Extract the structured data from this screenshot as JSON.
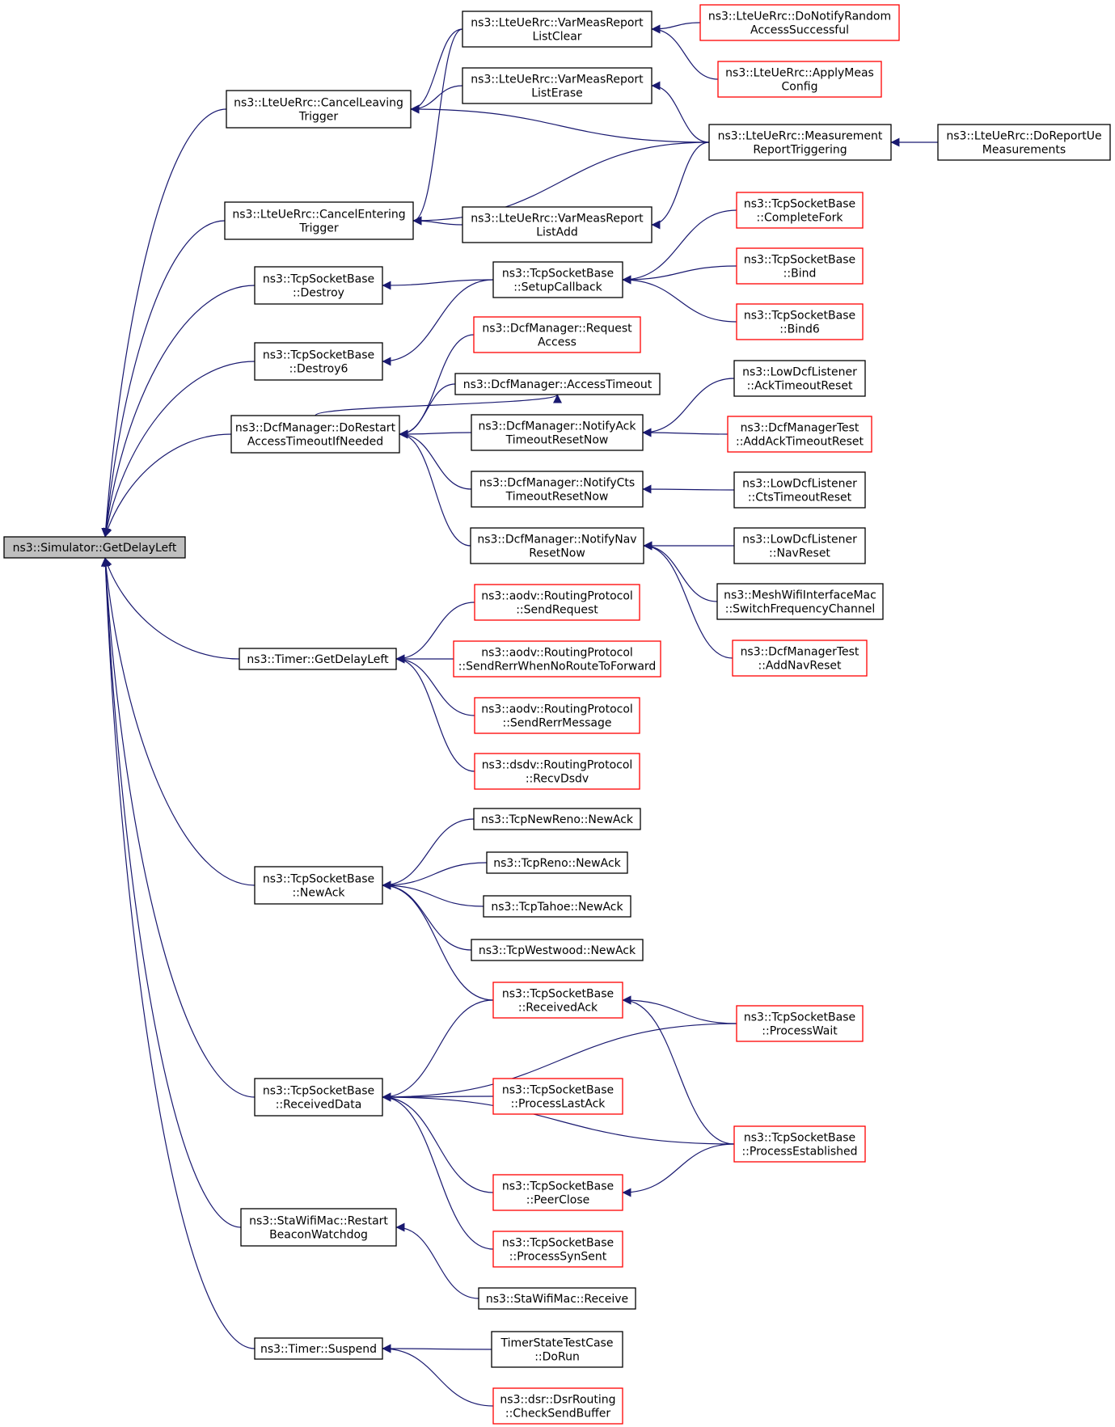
{
  "colors": {
    "edge": "#191970",
    "node_border_default": "#000000",
    "node_border_red": "#ff0000",
    "root_fill": "#bfbfbf",
    "node_fill": "#ffffff"
  },
  "nodes": [
    {
      "id": "root",
      "lines": [
        "ns3::Simulator::GetDelayLeft"
      ],
      "style": "root"
    },
    {
      "id": "cancel-leaving",
      "lines": [
        "ns3::LteUeRrc::CancelLeaving",
        "Trigger"
      ],
      "style": "black"
    },
    {
      "id": "cancel-entering",
      "lines": [
        "ns3::LteUeRrc::CancelEntering",
        "Trigger"
      ],
      "style": "black"
    },
    {
      "id": "tcp-destroy",
      "lines": [
        "ns3::TcpSocketBase",
        "::Destroy"
      ],
      "style": "black"
    },
    {
      "id": "tcp-destroy6",
      "lines": [
        "ns3::TcpSocketBase",
        "::Destroy6"
      ],
      "style": "black"
    },
    {
      "id": "dcf-dorestart",
      "lines": [
        "ns3::DcfManager::DoRestart",
        "AccessTimeoutIfNeeded"
      ],
      "style": "black"
    },
    {
      "id": "timer-getdelayleft",
      "lines": [
        "ns3::Timer::GetDelayLeft"
      ],
      "style": "black"
    },
    {
      "id": "tcp-newack",
      "lines": [
        "ns3::TcpSocketBase",
        "::NewAck"
      ],
      "style": "black"
    },
    {
      "id": "tcp-receiveddata",
      "lines": [
        "ns3::TcpSocketBase",
        "::ReceivedData"
      ],
      "style": "black"
    },
    {
      "id": "sta-restart",
      "lines": [
        "ns3::StaWifiMac::Restart",
        "BeaconWatchdog"
      ],
      "style": "black"
    },
    {
      "id": "timer-suspend",
      "lines": [
        "ns3::Timer::Suspend"
      ],
      "style": "black"
    },
    {
      "id": "varmeas-clear",
      "lines": [
        "ns3::LteUeRrc::VarMeasReport",
        "ListClear"
      ],
      "style": "black"
    },
    {
      "id": "varmeas-erase",
      "lines": [
        "ns3::LteUeRrc::VarMeasReport",
        "ListErase"
      ],
      "style": "black"
    },
    {
      "id": "varmeas-add",
      "lines": [
        "ns3::LteUeRrc::VarMeasReport",
        "ListAdd"
      ],
      "style": "black"
    },
    {
      "id": "tcp-setupcallback",
      "lines": [
        "ns3::TcpSocketBase",
        "::SetupCallback"
      ],
      "style": "black"
    },
    {
      "id": "dcf-requestaccess",
      "lines": [
        "ns3::DcfManager::Request",
        "Access"
      ],
      "style": "red"
    },
    {
      "id": "dcf-accesstimeout",
      "lines": [
        "ns3::DcfManager::AccessTimeout"
      ],
      "style": "black"
    },
    {
      "id": "dcf-notifyack",
      "lines": [
        "ns3::DcfManager::NotifyAck",
        "TimeoutResetNow"
      ],
      "style": "black"
    },
    {
      "id": "dcf-notifycts",
      "lines": [
        "ns3::DcfManager::NotifyCts",
        "TimeoutResetNow"
      ],
      "style": "black"
    },
    {
      "id": "dcf-notifynav",
      "lines": [
        "ns3::DcfManager::NotifyNav",
        "ResetNow"
      ],
      "style": "black"
    },
    {
      "id": "aodv-sendrequest",
      "lines": [
        "ns3::aodv::RoutingProtocol",
        "::SendRequest"
      ],
      "style": "red"
    },
    {
      "id": "aodv-sendrerrnoroute",
      "lines": [
        "ns3::aodv::RoutingProtocol",
        "::SendRerrWhenNoRouteToForward"
      ],
      "style": "red"
    },
    {
      "id": "aodv-sendrerrmessage",
      "lines": [
        "ns3::aodv::RoutingProtocol",
        "::SendRerrMessage"
      ],
      "style": "red"
    },
    {
      "id": "dsdv-recvdsdv",
      "lines": [
        "ns3::dsdv::RoutingProtocol",
        "::RecvDsdv"
      ],
      "style": "red"
    },
    {
      "id": "newreno-newack",
      "lines": [
        "ns3::TcpNewReno::NewAck"
      ],
      "style": "black"
    },
    {
      "id": "reno-newack",
      "lines": [
        "ns3::TcpReno::NewAck"
      ],
      "style": "black"
    },
    {
      "id": "tahoe-newack",
      "lines": [
        "ns3::TcpTahoe::NewAck"
      ],
      "style": "black"
    },
    {
      "id": "westwood-newack",
      "lines": [
        "ns3::TcpWestwood::NewAck"
      ],
      "style": "black"
    },
    {
      "id": "tcp-receivedack",
      "lines": [
        "ns3::TcpSocketBase",
        "::ReceivedAck"
      ],
      "style": "red"
    },
    {
      "id": "tcp-processlastack",
      "lines": [
        "ns3::TcpSocketBase",
        "::ProcessLastAck"
      ],
      "style": "red"
    },
    {
      "id": "tcp-peerclose",
      "lines": [
        "ns3::TcpSocketBase",
        "::PeerClose"
      ],
      "style": "red"
    },
    {
      "id": "tcp-processsynsent",
      "lines": [
        "ns3::TcpSocketBase",
        "::ProcessSynSent"
      ],
      "style": "red"
    },
    {
      "id": "sta-receive",
      "lines": [
        "ns3::StaWifiMac::Receive"
      ],
      "style": "black"
    },
    {
      "id": "timerstate-dorun",
      "lines": [
        "TimerStateTestCase",
        "::DoRun"
      ],
      "style": "black"
    },
    {
      "id": "dsr-checksendbuffer",
      "lines": [
        "ns3::dsr::DsrRouting",
        "::CheckSendBuffer"
      ],
      "style": "red"
    },
    {
      "id": "notify-random",
      "lines": [
        "ns3::LteUeRrc::DoNotifyRandom",
        "AccessSuccessful"
      ],
      "style": "red"
    },
    {
      "id": "apply-meas",
      "lines": [
        "ns3::LteUeRrc::ApplyMeas",
        "Config"
      ],
      "style": "red"
    },
    {
      "id": "meas-report-trig",
      "lines": [
        "ns3::LteUeRrc::Measurement",
        "ReportTriggering"
      ],
      "style": "black"
    },
    {
      "id": "do-report-ue",
      "lines": [
        "ns3::LteUeRrc::DoReportUe",
        "Measurements"
      ],
      "style": "black"
    },
    {
      "id": "tcp-completefork",
      "lines": [
        "ns3::TcpSocketBase",
        "::CompleteFork"
      ],
      "style": "red"
    },
    {
      "id": "tcp-bind",
      "lines": [
        "ns3::TcpSocketBase",
        "::Bind"
      ],
      "style": "red"
    },
    {
      "id": "tcp-bind6",
      "lines": [
        "ns3::TcpSocketBase",
        "::Bind6"
      ],
      "style": "red"
    },
    {
      "id": "lowdcf-acktimeout",
      "lines": [
        "ns3::LowDcfListener",
        "::AckTimeoutReset"
      ],
      "style": "black"
    },
    {
      "id": "dcftest-addack",
      "lines": [
        "ns3::DcfManagerTest",
        "::AddAckTimeoutReset"
      ],
      "style": "red"
    },
    {
      "id": "lowdcf-ctstimeout",
      "lines": [
        "ns3::LowDcfListener",
        "::CtsTimeoutReset"
      ],
      "style": "black"
    },
    {
      "id": "lowdcf-navreset",
      "lines": [
        "ns3::LowDcfListener",
        "::NavReset"
      ],
      "style": "black"
    },
    {
      "id": "mesh-switchfreq",
      "lines": [
        "ns3::MeshWifiInterfaceMac",
        "::SwitchFrequencyChannel"
      ],
      "style": "black"
    },
    {
      "id": "dcftest-addnav",
      "lines": [
        "ns3::DcfManagerTest",
        "::AddNavReset"
      ],
      "style": "red"
    },
    {
      "id": "tcp-processwait",
      "lines": [
        "ns3::TcpSocketBase",
        "::ProcessWait"
      ],
      "style": "red"
    },
    {
      "id": "tcp-processestablished",
      "lines": [
        "ns3::TcpSocketBase",
        "::ProcessEstablished"
      ],
      "style": "red"
    }
  ],
  "edges": [
    {
      "from": "cancel-leaving",
      "to": "root"
    },
    {
      "from": "cancel-entering",
      "to": "root"
    },
    {
      "from": "tcp-destroy",
      "to": "root"
    },
    {
      "from": "tcp-destroy6",
      "to": "root"
    },
    {
      "from": "dcf-dorestart",
      "to": "root"
    },
    {
      "from": "timer-getdelayleft",
      "to": "root"
    },
    {
      "from": "tcp-newack",
      "to": "root"
    },
    {
      "from": "tcp-receiveddata",
      "to": "root"
    },
    {
      "from": "sta-restart",
      "to": "root"
    },
    {
      "from": "timer-suspend",
      "to": "root"
    },
    {
      "from": "varmeas-clear",
      "to": "cancel-leaving"
    },
    {
      "from": "varmeas-erase",
      "to": "cancel-leaving"
    },
    {
      "from": "meas-report-trig",
      "to": "cancel-leaving"
    },
    {
      "from": "varmeas-clear",
      "to": "cancel-entering"
    },
    {
      "from": "varmeas-add",
      "to": "cancel-entering"
    },
    {
      "from": "meas-report-trig",
      "to": "cancel-entering"
    },
    {
      "from": "notify-random",
      "to": "varmeas-clear"
    },
    {
      "from": "apply-meas",
      "to": "varmeas-clear"
    },
    {
      "from": "meas-report-trig",
      "to": "varmeas-erase"
    },
    {
      "from": "meas-report-trig",
      "to": "varmeas-add"
    },
    {
      "from": "do-report-ue",
      "to": "meas-report-trig"
    },
    {
      "from": "tcp-setupcallback",
      "to": "tcp-destroy"
    },
    {
      "from": "tcp-setupcallback",
      "to": "tcp-destroy6"
    },
    {
      "from": "tcp-completefork",
      "to": "tcp-setupcallback"
    },
    {
      "from": "tcp-bind",
      "to": "tcp-setupcallback"
    },
    {
      "from": "tcp-bind6",
      "to": "tcp-setupcallback"
    },
    {
      "from": "dcf-requestaccess",
      "to": "dcf-dorestart"
    },
    {
      "from": "dcf-dorestart",
      "to": "dcf-accesstimeout"
    },
    {
      "from": "dcf-accesstimeout",
      "to": "dcf-dorestart"
    },
    {
      "from": "dcf-notifyack",
      "to": "dcf-dorestart"
    },
    {
      "from": "dcf-notifycts",
      "to": "dcf-dorestart"
    },
    {
      "from": "dcf-notifynav",
      "to": "dcf-dorestart"
    },
    {
      "from": "lowdcf-acktimeout",
      "to": "dcf-notifyack"
    },
    {
      "from": "dcftest-addack",
      "to": "dcf-notifyack"
    },
    {
      "from": "lowdcf-ctstimeout",
      "to": "dcf-notifycts"
    },
    {
      "from": "lowdcf-navreset",
      "to": "dcf-notifynav"
    },
    {
      "from": "mesh-switchfreq",
      "to": "dcf-notifynav"
    },
    {
      "from": "dcftest-addnav",
      "to": "dcf-notifynav"
    },
    {
      "from": "aodv-sendrequest",
      "to": "timer-getdelayleft"
    },
    {
      "from": "aodv-sendrerrnoroute",
      "to": "timer-getdelayleft"
    },
    {
      "from": "aodv-sendrerrmessage",
      "to": "timer-getdelayleft"
    },
    {
      "from": "dsdv-recvdsdv",
      "to": "timer-getdelayleft"
    },
    {
      "from": "newreno-newack",
      "to": "tcp-newack"
    },
    {
      "from": "reno-newack",
      "to": "tcp-newack"
    },
    {
      "from": "tahoe-newack",
      "to": "tcp-newack"
    },
    {
      "from": "westwood-newack",
      "to": "tcp-newack"
    },
    {
      "from": "tcp-receivedack",
      "to": "tcp-newack"
    },
    {
      "from": "tcp-processwait",
      "to": "tcp-receivedack"
    },
    {
      "from": "tcp-processestablished",
      "to": "tcp-receivedack"
    },
    {
      "from": "tcp-receivedack",
      "to": "tcp-receiveddata"
    },
    {
      "from": "tcp-processwait",
      "to": "tcp-receiveddata"
    },
    {
      "from": "tcp-processlastack",
      "to": "tcp-receiveddata"
    },
    {
      "from": "tcp-processestablished",
      "to": "tcp-receiveddata"
    },
    {
      "from": "tcp-peerclose",
      "to": "tcp-receiveddata"
    },
    {
      "from": "tcp-processsynsent",
      "to": "tcp-receiveddata"
    },
    {
      "from": "tcp-processestablished",
      "to": "tcp-peerclose"
    },
    {
      "from": "sta-receive",
      "to": "sta-restart"
    },
    {
      "from": "timerstate-dorun",
      "to": "timer-suspend"
    },
    {
      "from": "dsr-checksendbuffer",
      "to": "timer-suspend"
    }
  ]
}
